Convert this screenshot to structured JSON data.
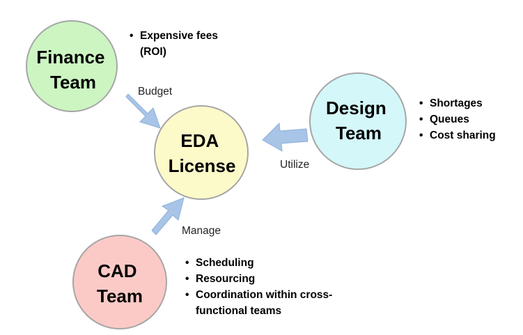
{
  "nodes": {
    "finance": {
      "lines": [
        "Finance",
        "Team"
      ],
      "fill": "#ccf5c2",
      "notes": [
        "Expensive fees",
        "(ROI)"
      ]
    },
    "design": {
      "lines": [
        "Design",
        "Team"
      ],
      "fill": "#d4f7f9",
      "notes": [
        "Shortages",
        "Queues",
        "Cost sharing"
      ]
    },
    "eda": {
      "lines": [
        "EDA",
        "License"
      ],
      "fill": "#fdfac9"
    },
    "cad": {
      "lines": [
        "CAD",
        "Team"
      ],
      "fill": "#fccac6",
      "notes": [
        "Scheduling",
        "Resourcing",
        "Coordination within cross-",
        "functional teams"
      ]
    }
  },
  "edges": {
    "finance_to_eda": "Budget",
    "design_to_eda": "Utilize",
    "cad_to_eda": "Manage"
  },
  "colors": {
    "arrow_fill": "#a8c4e6",
    "circle_stroke": "#a6a6a6"
  }
}
